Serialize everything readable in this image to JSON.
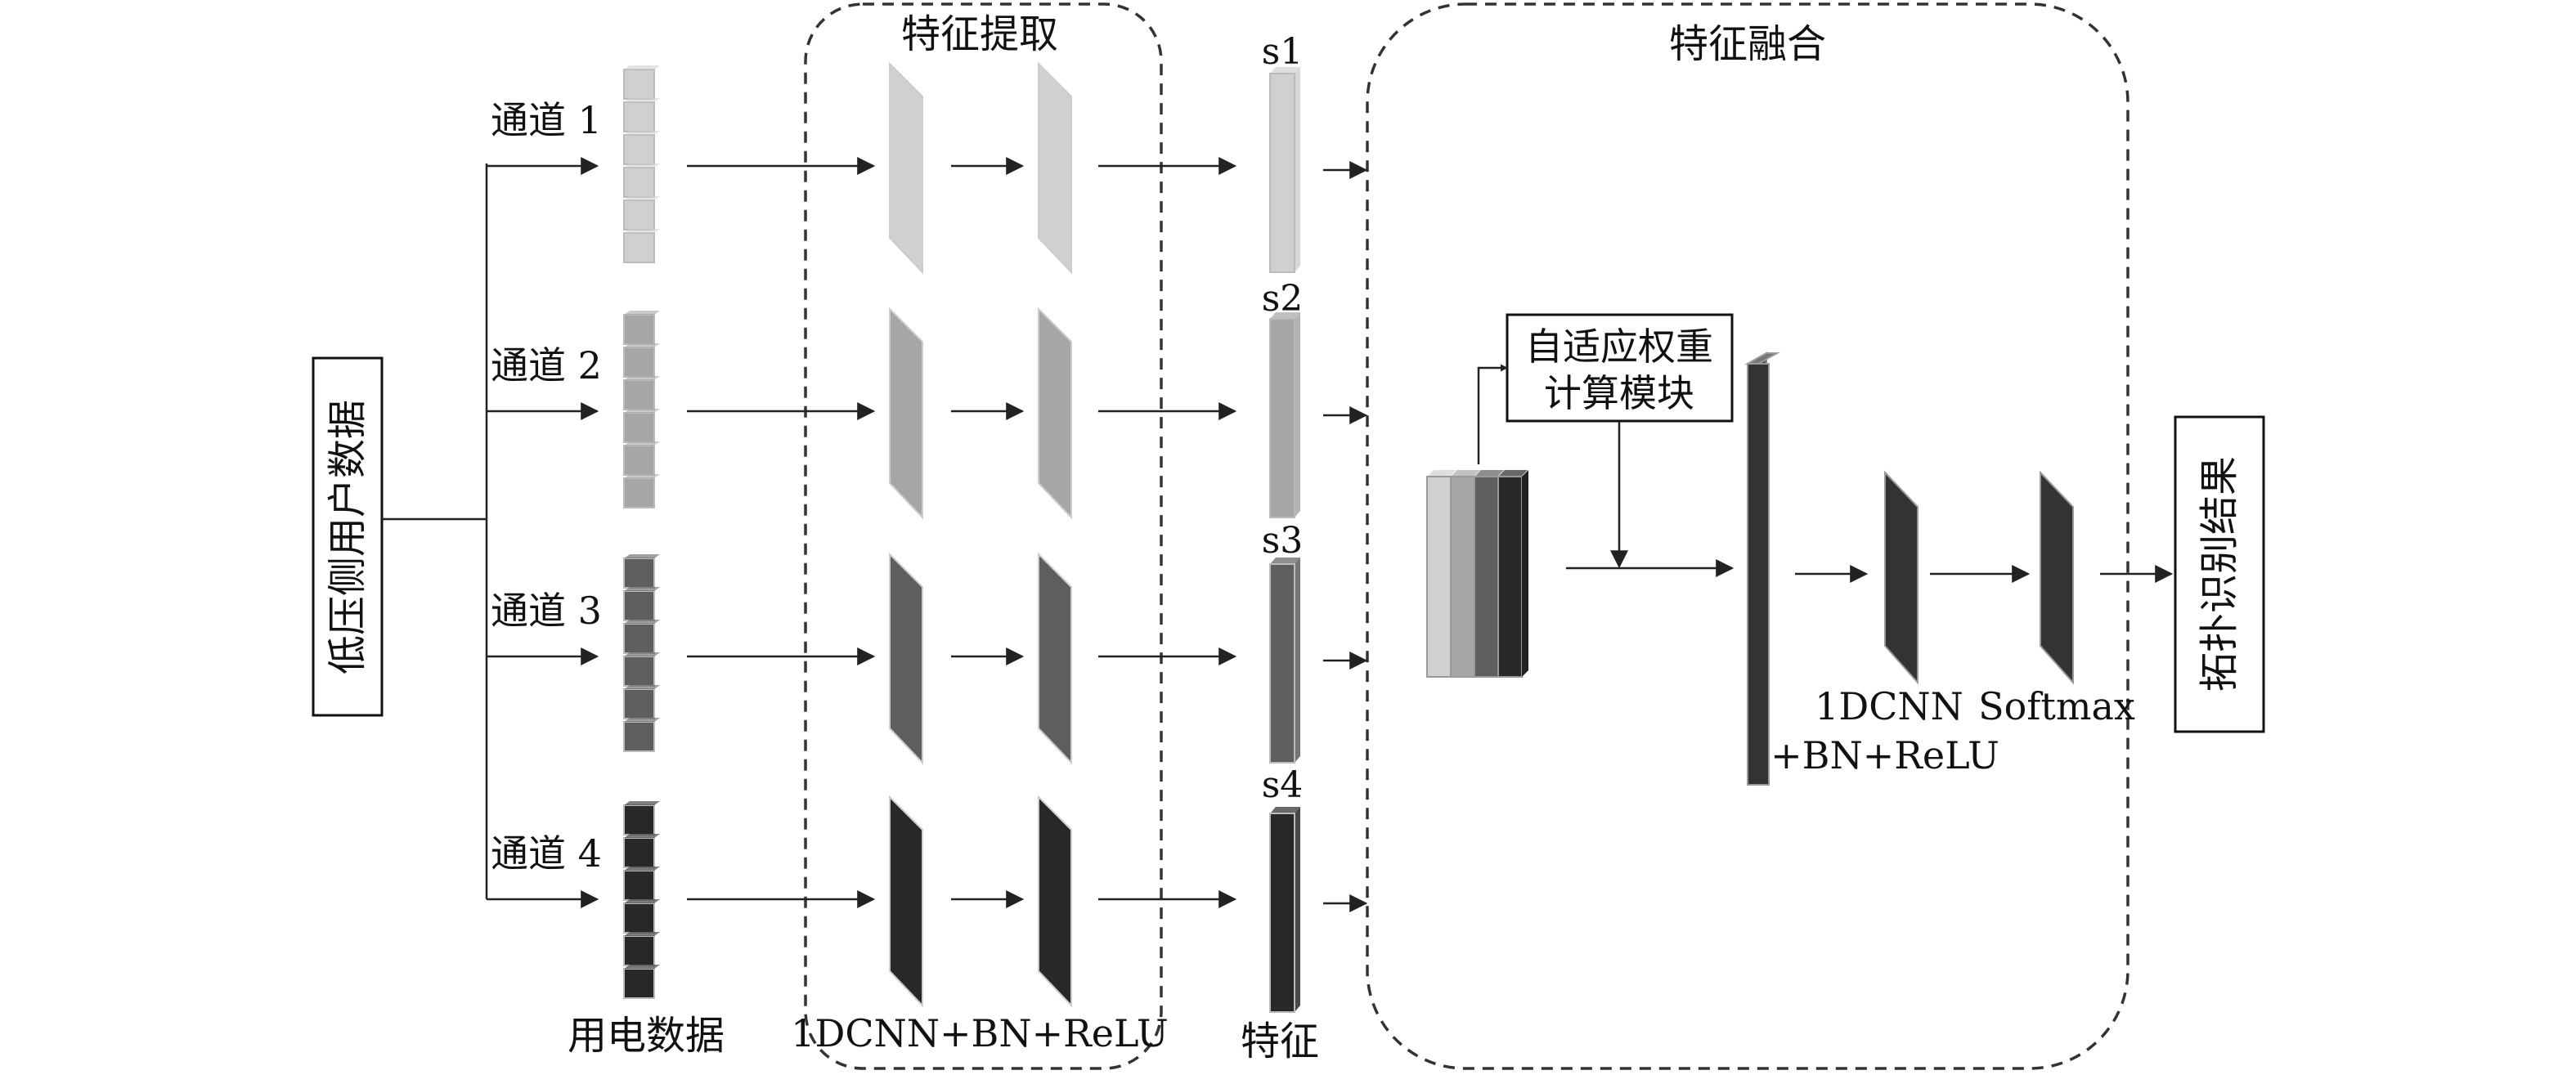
{
  "input_label": "低压侧用户数据",
  "channels": [
    {
      "label": "通道 1",
      "shade": "#d0d0d0"
    },
    {
      "label": "通道 2",
      "shade": "#a6a6a6"
    },
    {
      "label": "通道 3",
      "shade": "#5e5e5e"
    },
    {
      "label": "通道 4",
      "shade": "#282828"
    }
  ],
  "electricity_data_label": "用电数据",
  "feature_extraction_title": "特征提取",
  "extraction_layer_label": "1DCNN+BN+ReLU",
  "feature_labels": [
    "s1",
    "s2",
    "s3",
    "s4"
  ],
  "feature_caption": "特征",
  "feature_fusion_title": "特征融合",
  "weight_module_lines": [
    "自适应权重",
    "计算模块"
  ],
  "fusion_conv_label_lines": [
    "1DCNN",
    "+BN+ReLU"
  ],
  "softmax_label": "Softmax",
  "output_label": "拓扑识别结果",
  "colors": {
    "fused_bar": "#333333",
    "line": "#222222",
    "dashed_border": "#333333"
  }
}
